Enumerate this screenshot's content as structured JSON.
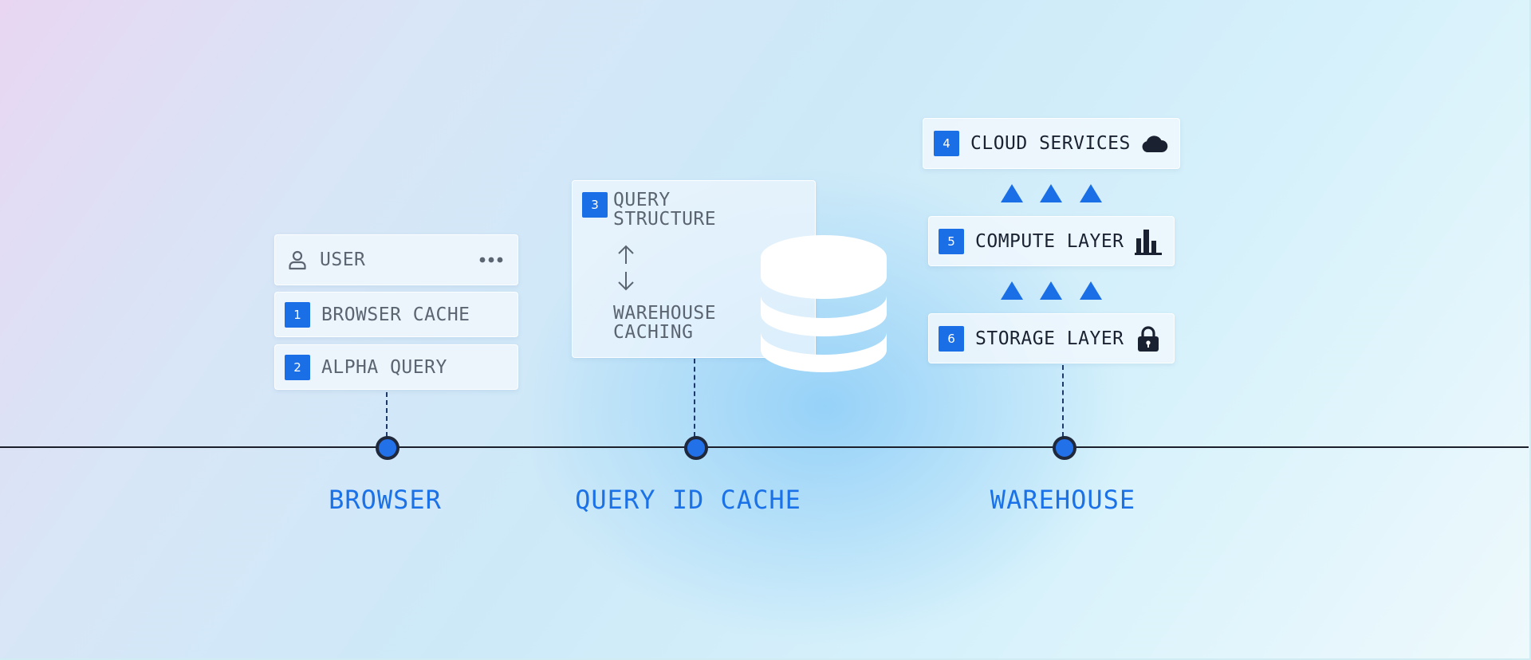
{
  "browser": {
    "user_label": "USER",
    "steps": [
      {
        "number": "1",
        "label": "BROWSER CACHE"
      },
      {
        "number": "2",
        "label": "ALPHA QUERY"
      }
    ]
  },
  "query_cache": {
    "number": "3",
    "title_line1": "QUERY",
    "title_line2": "STRUCTURE",
    "sub_line1": "WAREHOUSE",
    "sub_line2": "CACHING"
  },
  "warehouse": {
    "layers": [
      {
        "number": "4",
        "label": "CLOUD SERVICES",
        "icon": "cloud-icon"
      },
      {
        "number": "5",
        "label": "COMPUTE LAYER",
        "icon": "bar-chart-icon"
      },
      {
        "number": "6",
        "label": "STORAGE LAYER",
        "icon": "lock-icon"
      }
    ]
  },
  "stages": [
    {
      "label": "BROWSER"
    },
    {
      "label": "QUERY ID CACHE"
    },
    {
      "label": "WAREHOUSE"
    }
  ],
  "colors": {
    "accent": "#1b6fe6",
    "label_blue": "#1b72e8",
    "dark": "#1a2232",
    "muted_text": "#5b6572"
  }
}
